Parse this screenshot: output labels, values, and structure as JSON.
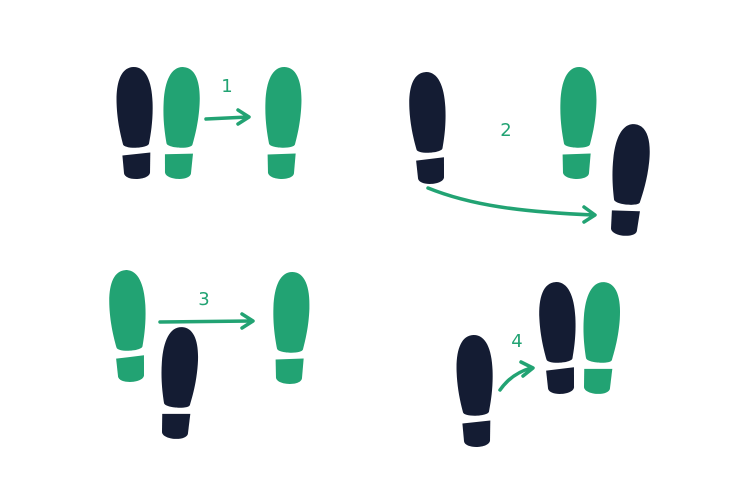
{
  "colors": {
    "dark_foot": "#141c33",
    "green_foot": "#22a373",
    "arrow": "#22a373",
    "label": "#22a373",
    "background": "#ffffff"
  },
  "steps": [
    {
      "label": "1"
    },
    {
      "label": "2"
    },
    {
      "label": "3"
    },
    {
      "label": "4"
    }
  ]
}
